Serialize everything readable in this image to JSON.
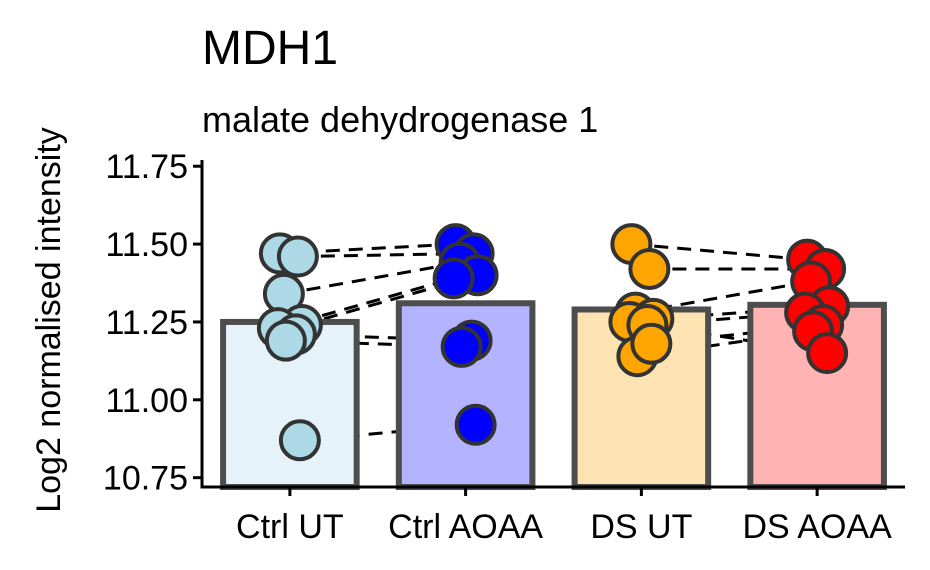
{
  "chart_data": {
    "type": "bar",
    "title": "MDH1",
    "subtitle": "malate dehydrogenase 1",
    "ylabel": "Log2 normalised intensity",
    "xlabel": "",
    "ylim": [
      10.72,
      11.77
    ],
    "yticks": [
      "10.75",
      "11.00",
      "11.25",
      "11.50",
      "11.75"
    ],
    "categories": [
      "Ctrl UT",
      "Ctrl AOAA",
      "DS UT",
      "DS AOAA"
    ],
    "values": [
      11.25,
      11.31,
      11.29,
      11.305
    ],
    "bar_fill_colors": [
      "#e6f2f9",
      "#b3b3ff",
      "#fde3b1",
      "#ffb3b3"
    ],
    "point_colors": [
      "#add8e6",
      "#0000ff",
      "#ffa500",
      "#ff0000"
    ],
    "points": [
      [
        11.47,
        11.46,
        11.34,
        11.24,
        11.23,
        11.21,
        11.19,
        10.87
      ],
      [
        11.5,
        11.47,
        11.44,
        11.4,
        11.39,
        11.19,
        11.17,
        10.92
      ],
      [
        11.5,
        11.42,
        11.28,
        11.26,
        11.25,
        11.24,
        11.14,
        11.18
      ],
      [
        11.45,
        11.42,
        11.38,
        11.3,
        11.28,
        11.24,
        11.22,
        11.15
      ]
    ],
    "pairs": [
      [
        [
          0,
          11.46
        ],
        [
          1,
          11.47
        ]
      ],
      [
        [
          0,
          11.47
        ],
        [
          1,
          11.49
        ]
      ],
      [
        [
          0,
          11.34
        ],
        [
          1,
          11.44
        ]
      ],
      [
        [
          0,
          11.24
        ],
        [
          1,
          11.4
        ]
      ],
      [
        [
          0,
          11.23
        ],
        [
          1,
          11.39
        ]
      ],
      [
        [
          0,
          11.21
        ],
        [
          1,
          11.19
        ]
      ],
      [
        [
          0,
          11.19
        ],
        [
          1,
          11.17
        ]
      ],
      [
        [
          0,
          10.87
        ],
        [
          1,
          10.92
        ]
      ],
      [
        [
          2,
          11.5
        ],
        [
          3,
          11.45
        ]
      ],
      [
        [
          2,
          11.42
        ],
        [
          3,
          11.42
        ]
      ],
      [
        [
          2,
          11.28
        ],
        [
          3,
          11.38
        ]
      ],
      [
        [
          2,
          11.26
        ],
        [
          3,
          11.3
        ]
      ],
      [
        [
          2,
          11.24
        ],
        [
          3,
          11.28
        ]
      ],
      [
        [
          2,
          11.18
        ],
        [
          3,
          11.24
        ]
      ],
      [
        [
          2,
          11.14
        ],
        [
          3,
          11.22
        ]
      ],
      [
        [
          2,
          11.25
        ],
        [
          3,
          11.15
        ]
      ]
    ],
    "grid": false,
    "legend": "none"
  }
}
